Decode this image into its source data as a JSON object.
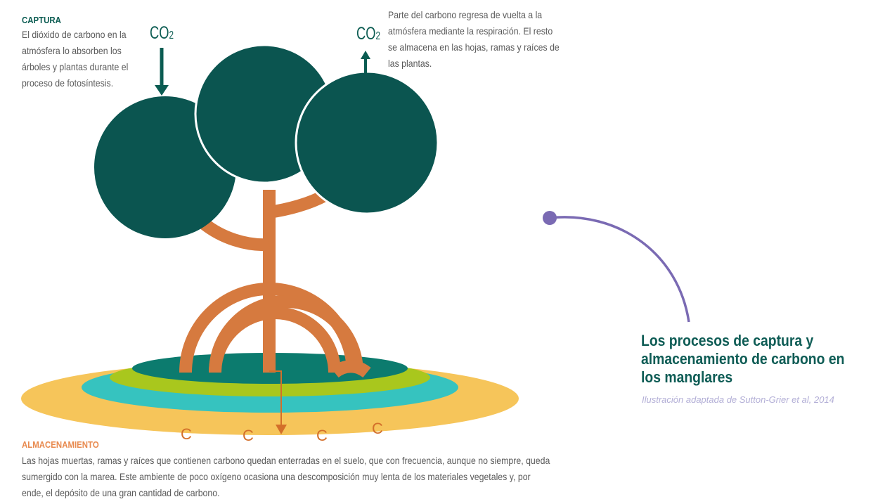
{
  "captura": {
    "title": "CAPTURA",
    "body": "El dióxido de carbono en la atmósfera lo absorben los árboles y plantas durante el proceso de fotosíntesis."
  },
  "respiracion": {
    "body": "Parte del carbono regresa de vuelta a la atmósfera mediante la respiración. El resto se almacena en las hojas, ramas y raíces de las plantas."
  },
  "co2": {
    "main": "CO",
    "sub": "2"
  },
  "soil_letter": "C",
  "almacenamiento": {
    "title": "ALMACENAMIENTO",
    "body": "Las hojas muertas, ramas y raíces que contienen carbono quedan enterradas en el suelo, que con frecuencia, aunque no siempre, queda sumergido con la marea. Este ambiente de poco oxígeno ocasiona una descomposición muy lenta de los materiales vegetales y, por ende, el depósito de una gran cantidad de carbono."
  },
  "side": {
    "title": "Los procesos de captura y almacenamiento de carbono en los manglares",
    "credit": "Ilustración adaptada de Sutton-Grier et al, 2014"
  },
  "colors": {
    "canopy": "#0b5550",
    "trunk": "#d67a3f",
    "soil_outer": "#f6c55a",
    "soil_teal": "#36c3bf",
    "soil_green": "#a9c71d",
    "soil_core": "#0c7b6e",
    "connector": "#7a6ab3"
  }
}
